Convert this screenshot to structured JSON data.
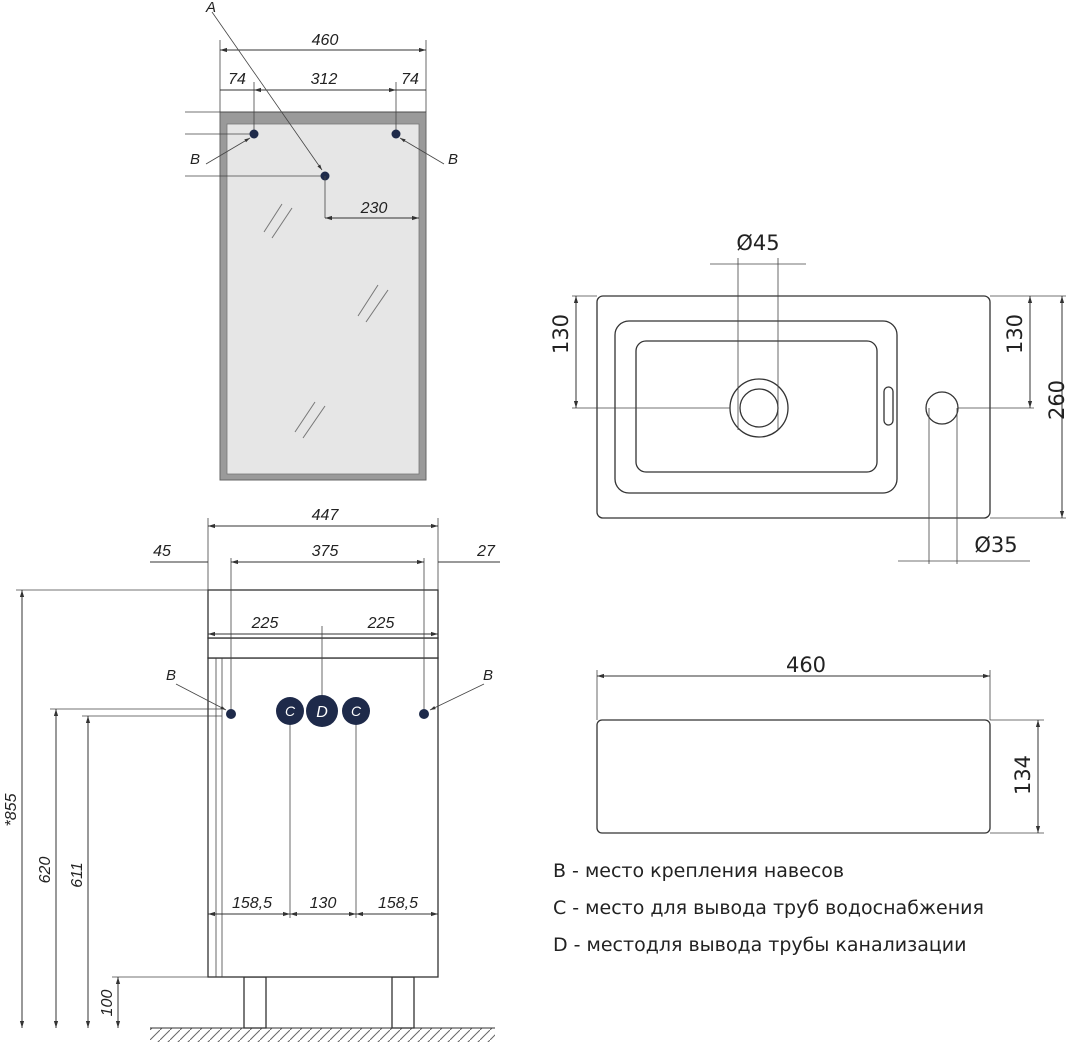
{
  "mirror": {
    "label_a": "A",
    "width": "460",
    "left_offset": "74",
    "spacing": "312",
    "right_offset": "74",
    "hole_offset": "230",
    "label_b": "B"
  },
  "cabinet": {
    "width": "447",
    "left_offset": "45",
    "inner_width": "375",
    "right_offset": "27",
    "half_left": "225",
    "half_right": "225",
    "total_height": "*855",
    "height_620": "620",
    "height_611": "611",
    "leg_height": "100",
    "bottom_left": "158,5",
    "bottom_mid": "130",
    "bottom_right": "158,5",
    "label_b": "B",
    "marker_c": "C",
    "marker_d": "D"
  },
  "sink_top": {
    "tap_diameter": "Ø45",
    "drain_diameter": "Ø35",
    "left_depth": "130",
    "right_depth": "130",
    "total_depth": "260"
  },
  "sink_front": {
    "width": "460",
    "height": "134"
  },
  "legend": [
    {
      "key": "B",
      "text": "- место крепления навесов"
    },
    {
      "key": "C",
      "text": "- место для вывода труб водоснабжения"
    },
    {
      "key": "D",
      "text": "- местодля вывода трубы канализации"
    }
  ],
  "colors": {
    "mirror_frame": "#9a9a9a",
    "mirror_glass": "#e6e6e6",
    "marker_fill": "#1e2a4a",
    "line": "#333333"
  }
}
